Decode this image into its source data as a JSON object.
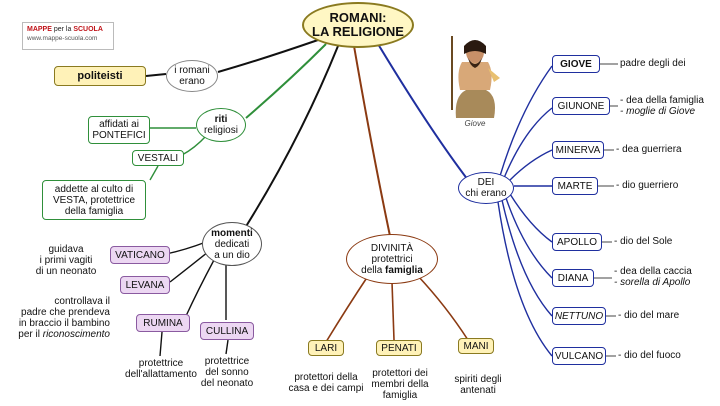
{
  "logo": {
    "line1a": "MAPPE",
    "line1b": " per la ",
    "line1c": "SCUOLA",
    "line2": "www.mappe-scuola.com"
  },
  "central": {
    "line1": "ROMANI:",
    "line2": "LA RELIGIONE"
  },
  "politeisti": "politeisti",
  "romani_erano": {
    "line1": "i romani",
    "line2": "erano"
  },
  "riti": {
    "bold": "riti",
    "line2": "religiosi"
  },
  "pontefici": {
    "line1": "affidati ai",
    "line2": "PONTEFICI"
  },
  "vestali": "VESTALI",
  "vestali_desc": {
    "line1": "addette al culto di",
    "line2": "VESTA, protettrice",
    "line3": "della famiglia"
  },
  "momenti": {
    "bold": "momenti",
    "line2": "dedicati",
    "line3": "a un dio"
  },
  "vaticano": "VATICANO",
  "vaticano_desc": {
    "line1": "guidava",
    "line2": "i primi vagiti",
    "line3": "di un neonato"
  },
  "levana": "LEVANA",
  "levana_desc": {
    "line1": "controllava il",
    "line2": "padre che prendeva",
    "line3": "in braccio il bambino",
    "line4a": "per il ",
    "line4b": "riconoscimento"
  },
  "rumina": "RUMINA",
  "rumina_desc": {
    "line1": "protettrice",
    "line2": "dell'allattamento"
  },
  "cullina": "CULLINA",
  "cullina_desc": {
    "line1": "protettrice",
    "line2": "del sonno",
    "line3": "del neonato"
  },
  "divinita": {
    "line1": "DIVINITÀ",
    "line2": "protettrici",
    "line3a": "della ",
    "line3b": "famiglia"
  },
  "lari": "LARI",
  "lari_desc": {
    "line1": "protettori della",
    "line2": "casa e dei campi"
  },
  "penati": "PENATI",
  "penati_desc": {
    "line1": "protettori dei",
    "line2": "membri della",
    "line3": "famiglia"
  },
  "mani": "MANI",
  "mani_desc": {
    "line1": "spiriti degli",
    "line2": "antenati"
  },
  "dei": {
    "line1": "DEI",
    "line2": "chi erano"
  },
  "giove_caption": "Giove",
  "gods": [
    {
      "name": "GIOVE",
      "desc": "padre degli dei",
      "desc2": ""
    },
    {
      "name": "GIUNONE",
      "desc": "- dea della famiglia",
      "desc2": "- moglie di Giove"
    },
    {
      "name": "MINERVA",
      "desc": "- dea guerriera",
      "desc2": ""
    },
    {
      "name": "MARTE",
      "desc": "- dio guerriero",
      "desc2": ""
    },
    {
      "name": "APOLLO",
      "desc": "- dio del Sole",
      "desc2": ""
    },
    {
      "name": "DIANA",
      "desc": "- dea della caccia",
      "desc2": "- sorella di Apollo"
    },
    {
      "name": "NETTUNO",
      "desc": "- dio del mare",
      "desc2": ""
    },
    {
      "name": "VULCANO",
      "desc": "- dio del fuoco",
      "desc2": ""
    }
  ],
  "colors": {
    "yellow": "#fff7c4",
    "green": "#2f8f3a",
    "brown": "#8b3a12",
    "blue": "#1f2f9f",
    "black": "#111111",
    "purple": "#ecd7f2",
    "ochre": "#fff2b8"
  }
}
